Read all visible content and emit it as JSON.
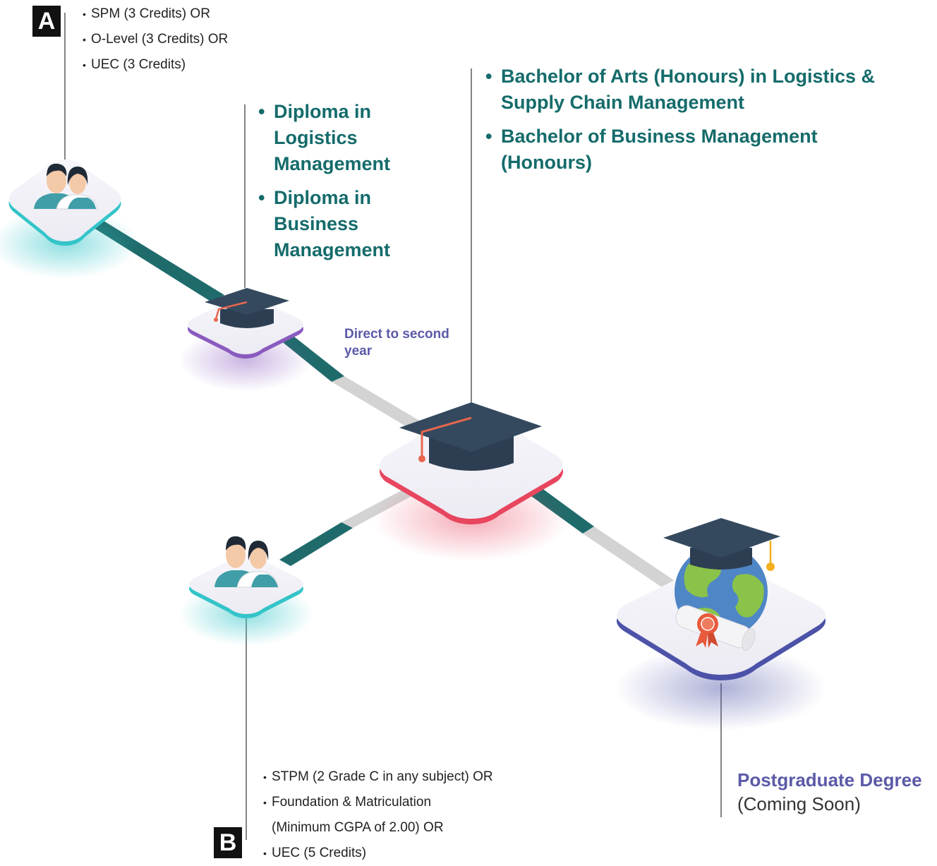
{
  "entry_a": {
    "badge": "A",
    "requirements": [
      "SPM (3 Credits) OR",
      "O-Level (3 Credits) OR",
      "UEC (3 Credits)"
    ]
  },
  "diploma": {
    "programmes": [
      "Diploma in Logistics Management",
      "Diploma in Business Management"
    ]
  },
  "bachelor": {
    "programmes": [
      "Bachelor of Arts (Honours) in Logistics & Supply Chain Management",
      "Bachelor of Business Management (Honours)"
    ]
  },
  "direct_label": "Direct to second year",
  "entry_b": {
    "badge": "B",
    "requirements": [
      "STPM (2 Grade C in any subject) OR",
      "Foundation & Matriculation",
      "(Minimum CGPA of 2.00) OR",
      "UEC (5 Credits)"
    ]
  },
  "postgraduate": {
    "title": "Postgraduate Degree",
    "subtitle": "(Coming Soon)"
  },
  "colors": {
    "teal": "#1f6b6b",
    "teal_glow": "#33c4c8",
    "purple": "#8a5bbf",
    "red": "#e8465f",
    "indigo": "#4c52a8",
    "cap": "#2e3e52",
    "path_grey": "#d3d3d3"
  },
  "icons": [
    "students-icon",
    "graduation-cap-icon",
    "globe-graduation-icon"
  ]
}
